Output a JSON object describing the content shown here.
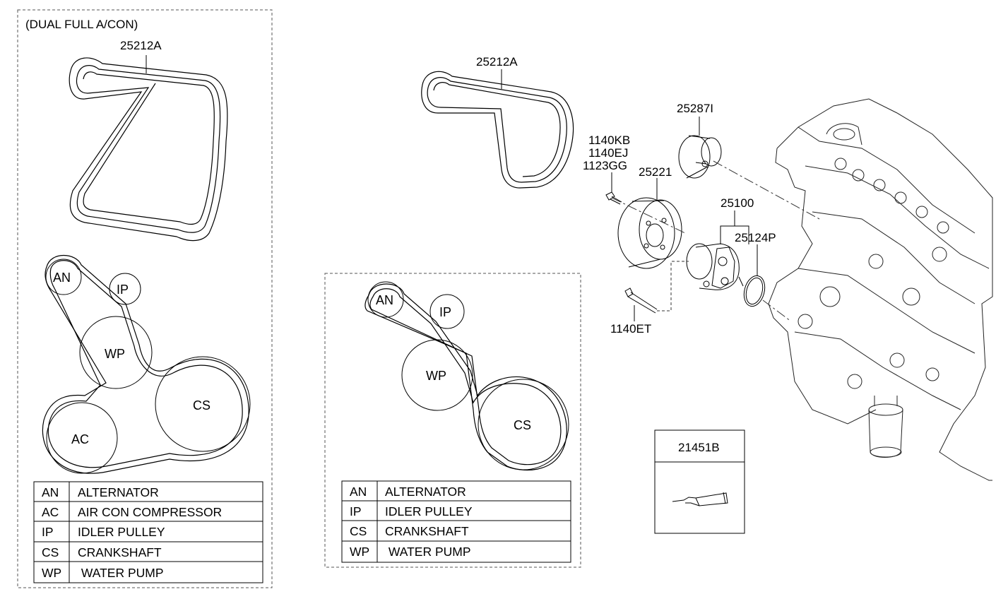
{
  "left_panel": {
    "title": "(DUAL FULL A/CON)",
    "belt_part_no": "25212A",
    "pulleys": {
      "an": "AN",
      "ip": "IP",
      "wp": "WP",
      "cs": "CS",
      "ac": "AC"
    },
    "legend": [
      {
        "code": "AN",
        "name": "ALTERNATOR"
      },
      {
        "code": "AC",
        "name": "AIR CON COMPRESSOR"
      },
      {
        "code": "IP",
        "name": "IDLER PULLEY"
      },
      {
        "code": "CS",
        "name": "CRANKSHAFT"
      },
      {
        "code": "WP",
        "name": " WATER PUMP"
      }
    ]
  },
  "middle_panel": {
    "belt_part_no": "25212A",
    "pulleys": {
      "an": "AN",
      "ip": "IP",
      "wp": "WP",
      "cs": "CS"
    },
    "legend": [
      {
        "code": "AN",
        "name": "ALTERNATOR"
      },
      {
        "code": "IP",
        "name": "IDLER PULLEY"
      },
      {
        "code": "CS",
        "name": "CRANKSHAFT"
      },
      {
        "code": "WP",
        "name": " WATER PUMP"
      }
    ]
  },
  "parts": {
    "tensioner": "25287I",
    "bolt_1": "1140KB",
    "bolt_2": "1140EJ",
    "bolt_3": "1123GG",
    "pulley": "25221",
    "water_pump": "25100",
    "gasket": "25124P",
    "bolt_long": "1140ET"
  },
  "sealant_box": {
    "part_no": "21451B"
  }
}
